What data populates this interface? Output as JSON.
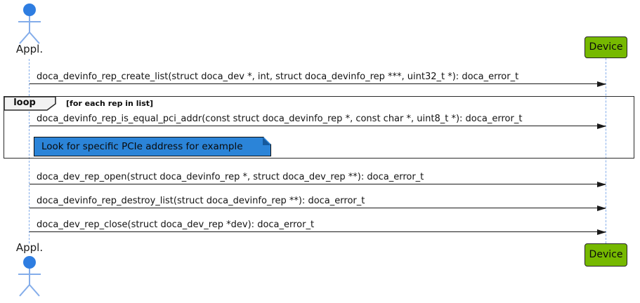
{
  "diagram": {
    "actor": {
      "label": "Appl."
    },
    "device": {
      "label": "Device"
    },
    "loop": {
      "keyword": "loop",
      "guard": "[for each rep in list]"
    },
    "note": {
      "text": "Look for specific PCIe address for example"
    },
    "messages": [
      {
        "text": "doca_devinfo_rep_create_list(struct doca_dev *, int, struct doca_devinfo_rep ***, uint32_t *): doca_error_t"
      },
      {
        "text": "doca_devinfo_rep_is_equal_pci_addr(const struct doca_devinfo_rep *, const char *, uint8_t *): doca_error_t"
      },
      {
        "text": "doca_dev_rep_open(struct doca_devinfo_rep *, struct doca_dev_rep **): doca_error_t"
      },
      {
        "text": "doca_devinfo_rep_destroy_list(struct doca_devinfo_rep **): doca_error_t"
      },
      {
        "text": "doca_dev_rep_close(struct doca_dev_rep *dev): doca_error_t"
      }
    ],
    "colors": {
      "actor_head_blue": "#2E7DE1",
      "actor_line_blue": "#84ADEA",
      "lifeline_blue": "#84ADEA",
      "device_green": "#76B900",
      "note_blue": "#2B84D8",
      "loop_tab_gray": "#F2F2F2",
      "line_black": "#1A1A1A"
    }
  }
}
